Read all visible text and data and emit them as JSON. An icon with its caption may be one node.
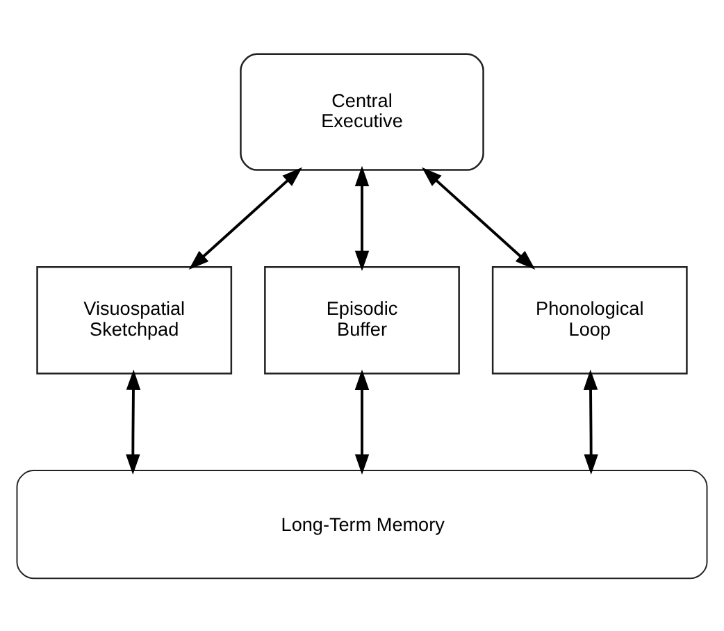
{
  "diagram": {
    "nodes": [
      {
        "text": [
          "Central Executive"
        ]
      },
      {
        "text": [
          "Visuospatial Sketchpad"
        ]
      },
      {
        "text": [
          "Episodic Buffer"
        ]
      },
      {
        "text": [
          "Phonological Loop"
        ]
      },
      {
        "text": [
          "Long-Term Memory"
        ]
      }
    ],
    "edges": [
      {
        "from": 0,
        "to": 1,
        "arrow": "both"
      },
      {
        "from": 0,
        "to": 2,
        "arrow": "both"
      },
      {
        "from": 0,
        "to": 3,
        "arrow": "both"
      },
      {
        "from": 1,
        "to": 4,
        "arrow": "both"
      },
      {
        "from": 2,
        "to": 4,
        "arrow": "both"
      },
      {
        "from": 3,
        "to": 4,
        "arrow": "both"
      }
    ]
  }
}
